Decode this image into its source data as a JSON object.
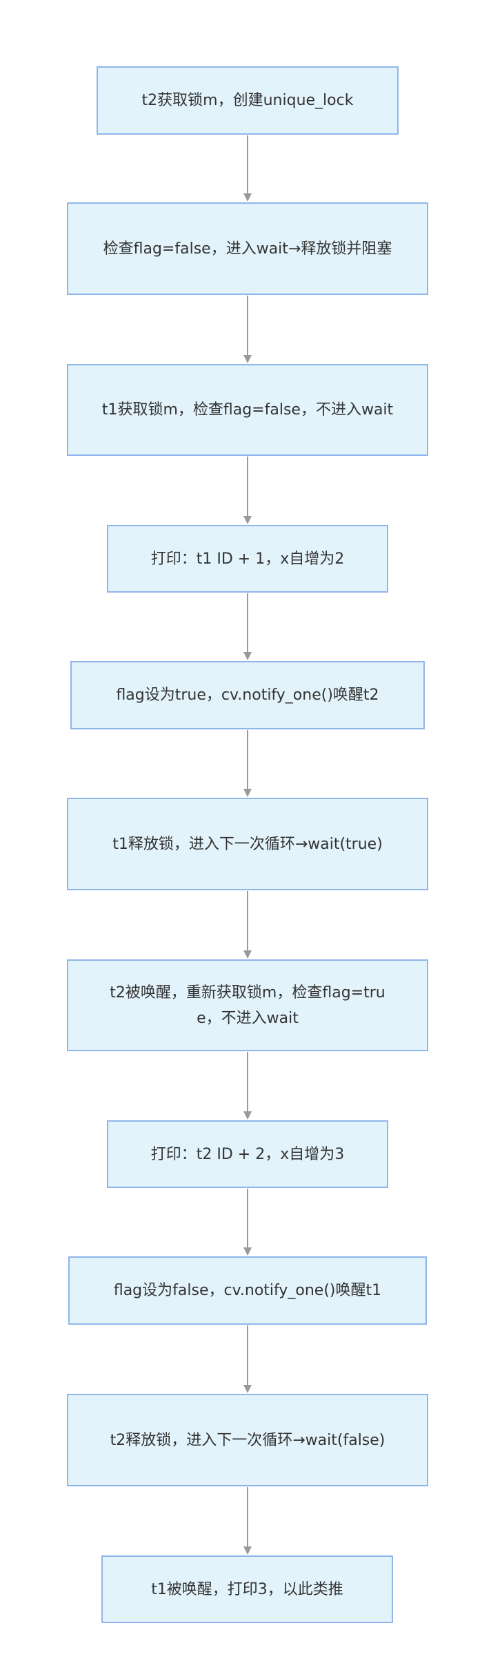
{
  "flowchart": {
    "nodes": [
      {
        "label": "t2获取锁m，创建unique_lock"
      },
      {
        "label": "检查flag=false，进入wait→释放锁并阻塞"
      },
      {
        "label": "t1获取锁m，检查flag=false，不进入wait"
      },
      {
        "label": "打印：t1 ID + 1，x自增为2"
      },
      {
        "label": "flag设为true，cv.notify_one()唤醒t2"
      },
      {
        "label": "t1释放锁，进入下一次循环→wait(true)"
      },
      {
        "label": "t2被唤醒，重新获取锁m，检查flag=true，不进入wait"
      },
      {
        "label": "打印：t2 ID + 2，x自增为3"
      },
      {
        "label": "flag设为false，cv.notify_one()唤醒t1"
      },
      {
        "label": "t2释放锁，进入下一次循环→wait(false)"
      },
      {
        "label": "t1被唤醒，打印3，以此类推"
      }
    ],
    "colors": {
      "node_fill": "#e3f3fb",
      "node_border": "#8fb6ea",
      "text": "#333333",
      "edge": "#999999"
    }
  }
}
